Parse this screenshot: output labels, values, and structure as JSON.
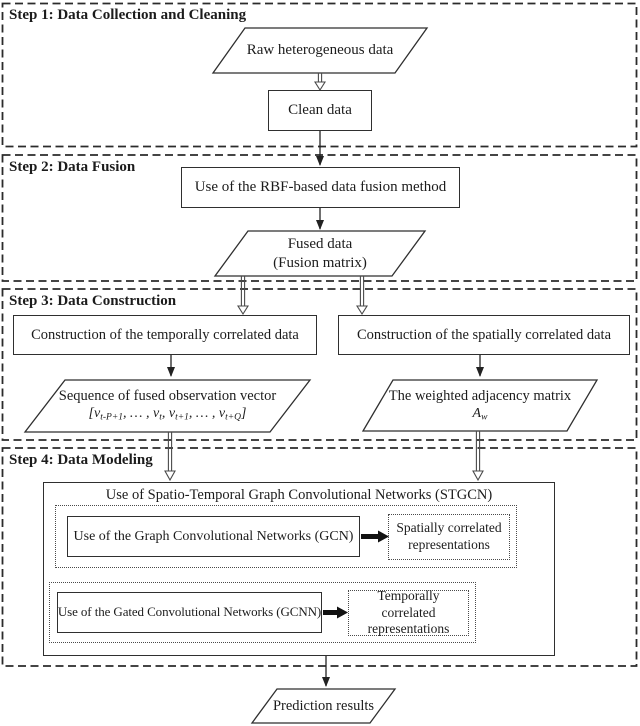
{
  "figure": {
    "background": "#ffffff",
    "line_color": "#2f2f2f",
    "text_color": "#1c1c1c"
  },
  "steps": [
    {
      "title": "Step 1: Data Collection and Cleaning"
    },
    {
      "title": "Step 2: Data Fusion"
    },
    {
      "title": "Step 3: Data Construction"
    },
    {
      "title": "Step 4: Data Modeling"
    }
  ],
  "step1": {
    "raw_data": "Raw heterogeneous data",
    "clean_data": "Clean data"
  },
  "step2": {
    "rbf_method": "Use of the RBF-based data fusion method",
    "fused_data": [
      "Fused data",
      "(Fusion matrix)"
    ]
  },
  "step3": {
    "temporal_box": "Construction of the temporally correlated data",
    "spatial_box": "Construction of the spatially correlated data",
    "sequence_label": "Sequence of fused observation vector",
    "sequence_vector": "[v_{t-P+1}, … , v_{t}, v_{t+1}, … , v_{t+Q}]",
    "adjacency_label": "The weighted adjacency matrix",
    "adjacency_symbol": "A_{w}"
  },
  "step4": {
    "stgcn_title": "Use of Spatio-Temporal Graph Convolutional Networks (STGCN)",
    "gcn_box": "Use of the Graph Convolutional Networks (GCN)",
    "gcn_output": [
      "Spatially correlated",
      "representations"
    ],
    "gcnn_box": "Use of the Gated Convolutional Networks (GCNN)",
    "gcnn_output": [
      "Temporally correlated",
      "representations"
    ]
  },
  "output": {
    "prediction": "Prediction results"
  }
}
